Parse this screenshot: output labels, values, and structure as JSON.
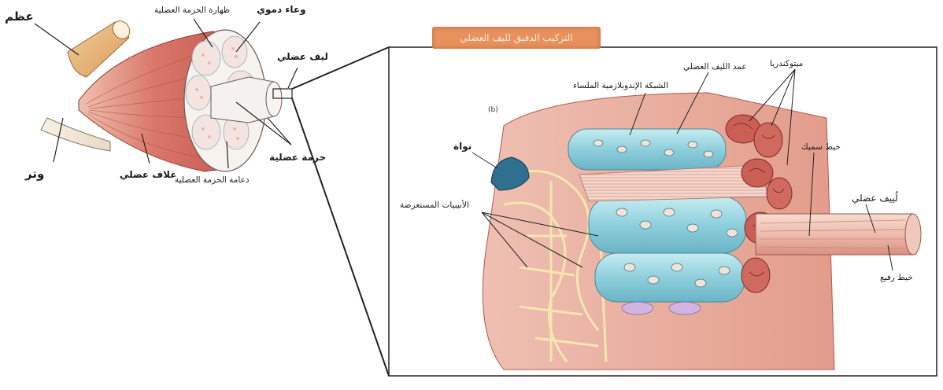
{
  "banner": {
    "title": "التركيب الدقيق لليف العضلي"
  },
  "panel_tag": "(b)",
  "left_labels": {
    "bone": "عظم",
    "tendon": "وتر",
    "epimysium": "غلاف عضلي",
    "blood_vessel": "وعاء دموي",
    "perimysium": "ظهارة الحزمة العضلية",
    "endomysium": "دعامة الحزمة العضلية",
    "fascicle": "حزمة عضلية",
    "muscle_fiber": "ليف عضلي"
  },
  "right_labels": {
    "mitochondria": "ميتوكندريا",
    "myofibril_column": "عمد الليف العضلي",
    "smooth_er": "الشبكة الإندوبلازمية الملساء",
    "nucleus": "نواة",
    "thick_filament": "خيط سميك",
    "myofibril": "لُييف عضلي",
    "t_tubules": "الأنيبيات المستعرضة",
    "thin_filament": "خيط رفيع"
  },
  "colors": {
    "muscle": "#d9786a",
    "muscle_light": "#f2c2b4",
    "sarcoplasmic_reticulum": "#8fcfdc",
    "nucleus": "#2f6f8f",
    "banner": "#e8915c",
    "outline": "#222222"
  }
}
